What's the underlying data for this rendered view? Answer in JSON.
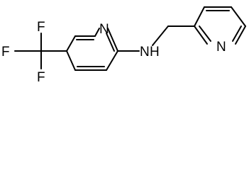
{
  "molecule": {
    "atoms": [
      {
        "id": "f1",
        "label": "F"
      },
      {
        "id": "f2",
        "label": "F"
      },
      {
        "id": "f3",
        "label": "F"
      },
      {
        "id": "n-ring-left",
        "label": "N"
      },
      {
        "id": "nh",
        "label": "N"
      },
      {
        "id": "h",
        "label": "H"
      },
      {
        "id": "n-ring-right",
        "label": "N"
      }
    ]
  },
  "colors": {
    "ink": "#000000",
    "background": "#ffffff"
  }
}
